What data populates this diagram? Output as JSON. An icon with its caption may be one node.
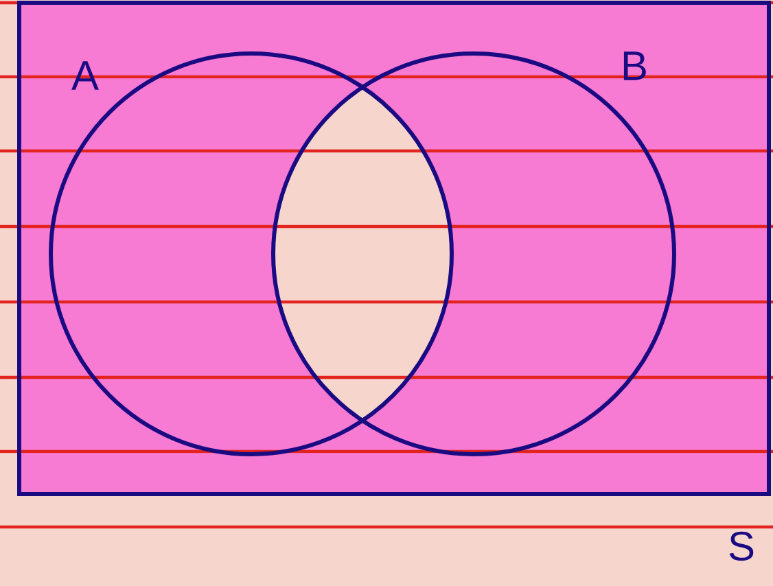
{
  "diagram": {
    "nodes": [
      {
        "text": [
          "S"
        ]
      },
      {
        "text": [
          "A"
        ],
        "in": 0
      },
      {
        "text": [
          "B"
        ],
        "in": 0
      }
    ]
  }
}
